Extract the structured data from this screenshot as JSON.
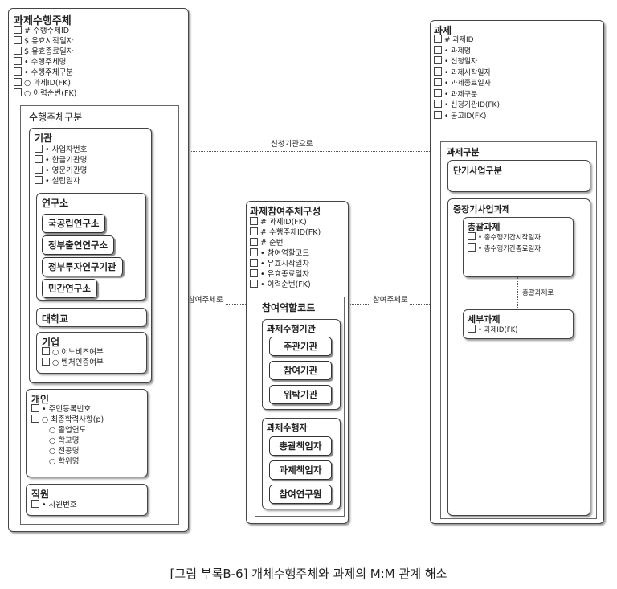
{
  "left": {
    "title": "과제수행주체",
    "attrs": [
      "# 수행주체ID",
      "$ 유효시작일자",
      "$ 유효종료일자",
      "• 수행주체명",
      "• 수행주체구분",
      "○ 과제ID(FK)",
      "○ 이력순번(FK)"
    ],
    "subtype": "수행주체구분",
    "org": {
      "title": "기관",
      "attrs": [
        "• 사업자번호",
        "• 한글기관명",
        "• 영문기관명",
        "• 설립일자"
      ]
    },
    "lab": {
      "title": "연구소",
      "items": [
        "국공립연구소",
        "정부출연연구소",
        "정부투자연구기관",
        "민간연구소"
      ]
    },
    "univ": {
      "title": "대학교"
    },
    "corp": {
      "title": "기업",
      "attrs": [
        "○ 이노비즈여부",
        "○ 벤처인증여부"
      ]
    },
    "person": {
      "title": "개인",
      "attrs": [
        "• 주민등록번호",
        "○ 최종학력사항(p)"
      ],
      "children": [
        "○ 졸업연도",
        "○ 학교명",
        "○ 전공명",
        "○ 학위명"
      ]
    },
    "staff": {
      "title": "직원",
      "attrs": [
        "• 사원번호"
      ]
    }
  },
  "center": {
    "title": "과제참여주체구성",
    "attrs": [
      "# 과제ID(FK)",
      "# 수행주체ID(FK)",
      "# 순번",
      "• 참여역할코드",
      "• 유효시작일자",
      "• 유효종료일자",
      "• 이력순번(FK)"
    ],
    "subtype": "참여역할코드",
    "org": {
      "title": "과제수행기관",
      "items": [
        "주관기관",
        "참여기관",
        "위탁기관"
      ]
    },
    "person": {
      "title": "과제수행자",
      "items": [
        "총괄책임자",
        "과제책임자",
        "참여연구원"
      ]
    }
  },
  "right": {
    "title": "과제",
    "attrs": [
      "# 과제ID",
      "• 과제명",
      "• 신청일자",
      "• 과제시작일자",
      "• 과제종료일자",
      "• 과제구분",
      "• 신청기관ID(FK)",
      "• 공고ID(FK)"
    ],
    "subtype": "과제구분",
    "short": {
      "title": "단기사업구분"
    },
    "long": {
      "title": "중장기사업과제"
    },
    "master": {
      "title": "총괄과제",
      "attrs": [
        "• 총수행기간시작일자",
        "• 총수행기간종료일자"
      ]
    },
    "detail": {
      "title": "세부과제",
      "attrs": [
        "• 과제ID(FK)"
      ]
    }
  },
  "relations": {
    "applicant": "신청기관으로",
    "participant_left": "참여주체로",
    "participant_right": "참여주체로",
    "master": "총괄과제로"
  },
  "caption": "[그림 부록B-6] 개체수행주체와 과제의 M:M 관계 해소"
}
